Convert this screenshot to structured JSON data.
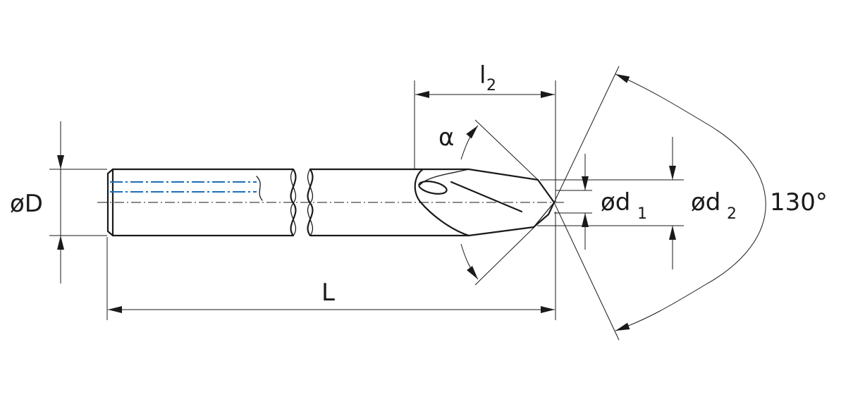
{
  "diagram": {
    "labels": {
      "shank_diameter": "øD",
      "overall_length": "L",
      "cutting_length_base": "l",
      "cutting_length_sub": "2",
      "helix_angle": "α",
      "tip_diameter_1_base": "ød",
      "tip_diameter_1_sub": "1",
      "tip_diameter_2_base": "ød",
      "tip_diameter_2_sub": "2",
      "point_angle": "130°"
    },
    "colors": {
      "outline": "#1a1a1a",
      "coolant_channel": "#1c6fb8",
      "tip_fill_light": "#f2f2f2",
      "tip_fill_dark": "#8e8e8e"
    }
  }
}
